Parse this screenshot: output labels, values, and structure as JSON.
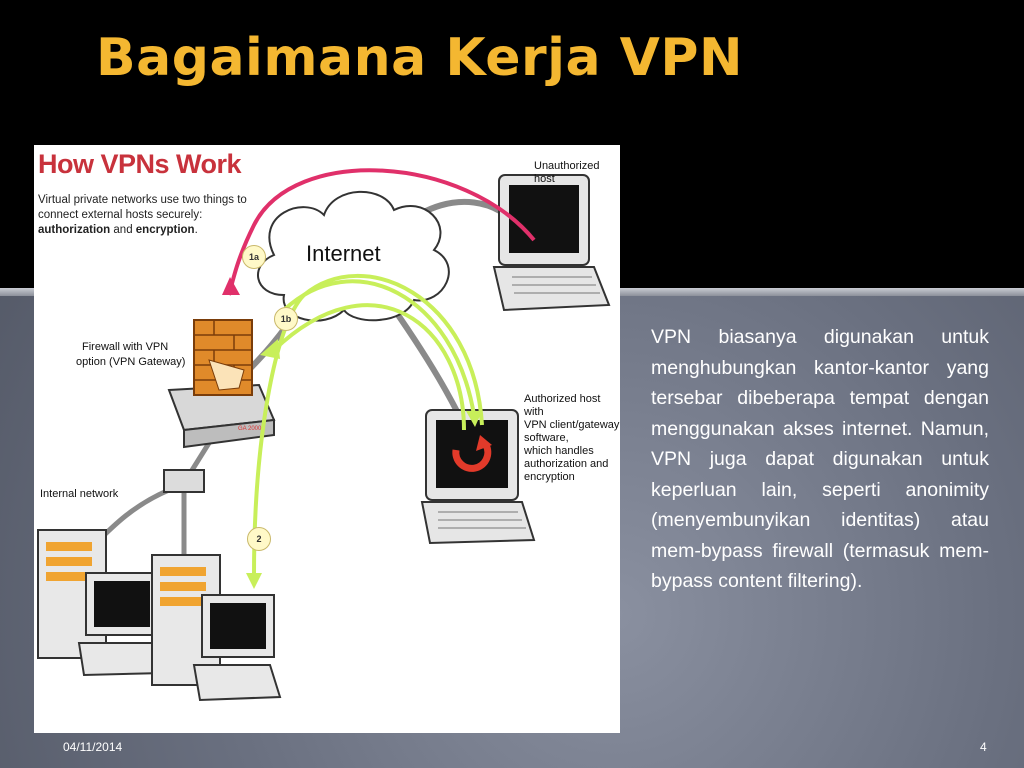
{
  "slide": {
    "title": "Bagaimana Kerja VPN",
    "body": "VPN biasanya digunakan untuk menghubungkan kantor-kantor yang tersebar dibeberapa tempat dengan menggunakan akses internet. Namun, VPN juga dapat digunakan untuk keperluan lain, seperti anonimity (menyembunyikan identitas) atau mem-bypass firewall (termasuk mem-bypass content filtering).",
    "footer_date": "04/11/2014",
    "page_number": "4"
  },
  "figure": {
    "heading": "How VPNs Work",
    "description_part1": "Virtual private networks use two things to connect external hosts securely: ",
    "description_bold1": "authorization",
    "description_part2": " and ",
    "description_bold2": "encryption",
    "description_part3": ".",
    "internet_label": "Internet",
    "unauthorized_label": "Unauthorized host",
    "firewall_label_line1": "Firewall with VPN",
    "firewall_label_line2": "option (VPN Gateway)",
    "authorized_label_lines": [
      "Authorized host with",
      "VPN client/gateway",
      "software,",
      "which handles",
      "authorization and",
      "encryption"
    ],
    "internal_network_label": "Internal network",
    "step_1a": "1a",
    "step_1b": "1b",
    "step_2": "2",
    "gateway_mark": "GA 2000"
  },
  "colors": {
    "title": "#f4b731",
    "figure_heading": "#c8323c",
    "arrow_magenta": "#e0306a",
    "arrow_green": "#c8ef5a",
    "firewall_brick": "#e08a2a",
    "server_stripe": "#f0a431"
  }
}
